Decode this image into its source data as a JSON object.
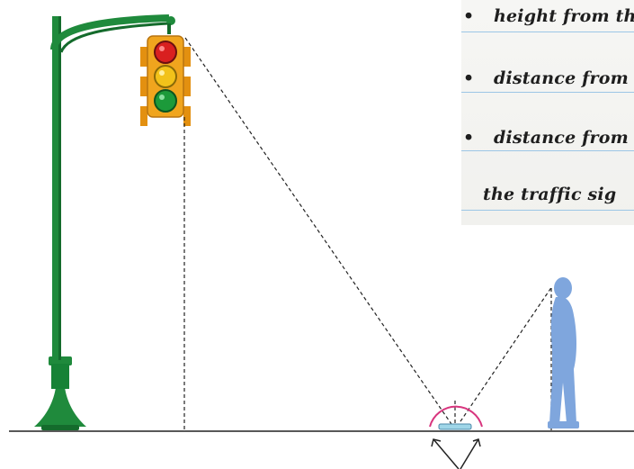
{
  "notes": {
    "items": [
      {
        "bullet": "•",
        "text": "height from th"
      },
      {
        "bullet": "•",
        "text": "distance from"
      },
      {
        "bullet": "•",
        "text": "distance from"
      }
    ],
    "continuation": "the traffic sig"
  },
  "colors": {
    "pole": "#1f8a3c",
    "pole_dark": "#146b2c",
    "signal_housing": "#f0a51e",
    "light_red": "#d92020",
    "light_yellow": "#f2c21a",
    "light_green": "#1c9a3a",
    "person": "#7fa6dd",
    "mirror_arc": "#d8357e",
    "mirror": "#9fd6e8",
    "ruled_line": "#9cc6e6",
    "ground": "#222222"
  }
}
